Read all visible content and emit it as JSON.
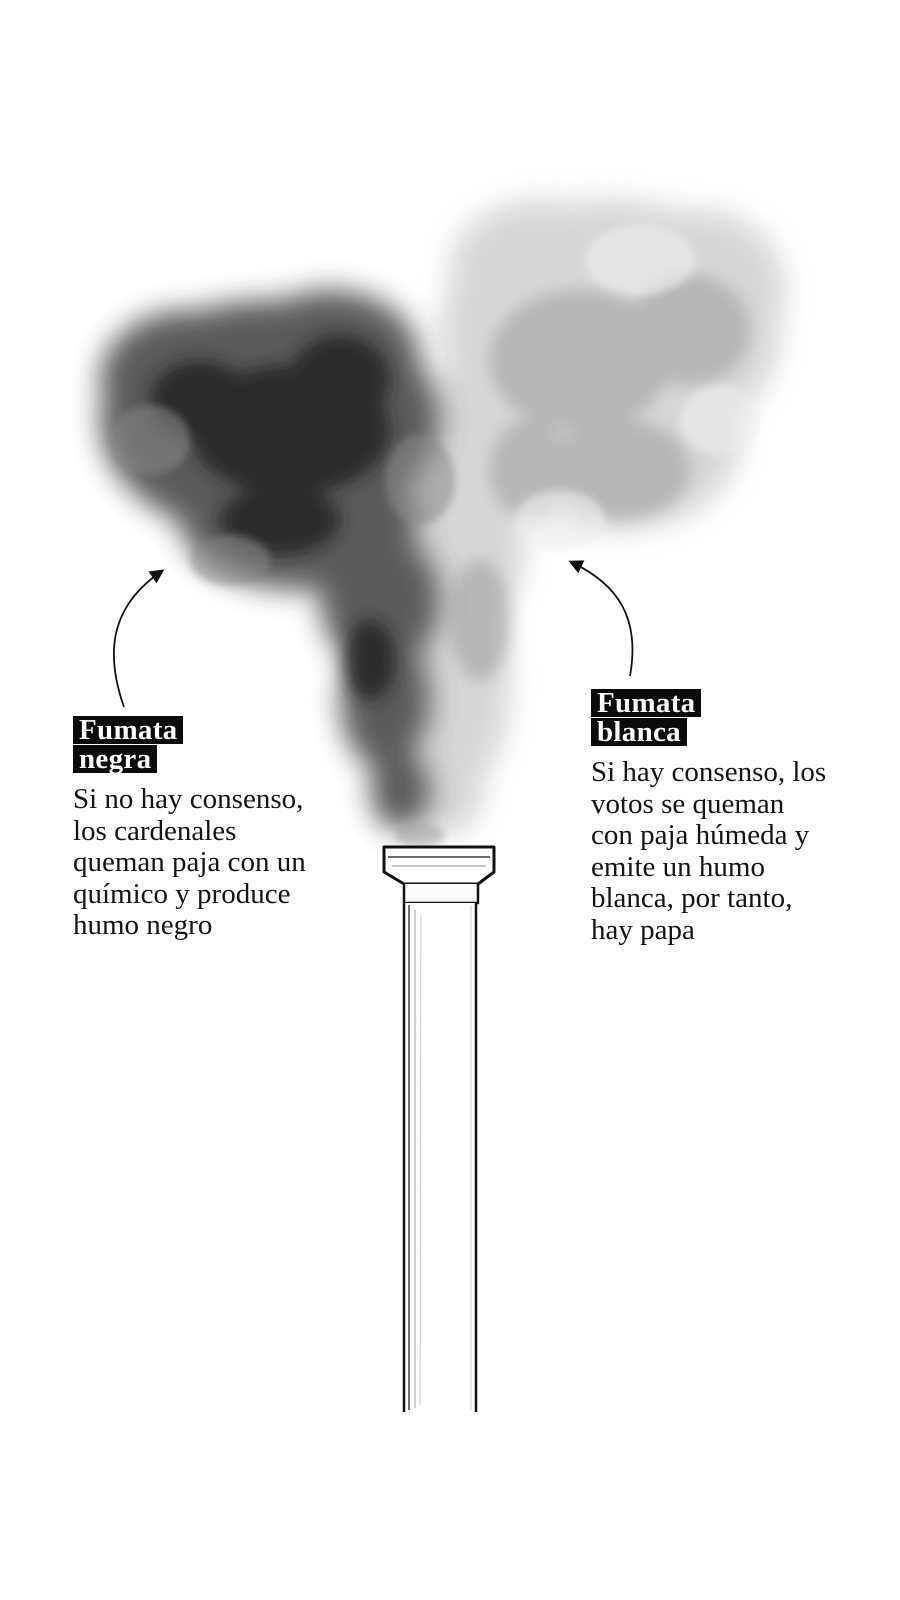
{
  "callouts": {
    "negra": {
      "title_line1": "Fumata",
      "title_line2": "negra",
      "text": [
        "Si no hay consenso,",
        "los cardenales",
        "queman paja con un",
        "químico y produce",
        "humo negro"
      ]
    },
    "blanca": {
      "title_line1": "Fumata",
      "title_line2": "blanca",
      "text": [
        "Si hay consenso, los",
        "votos se queman",
        "con paja húmeda y",
        "emite un humo",
        "blanca, por tanto,",
        "hay papa"
      ]
    }
  },
  "colors": {
    "black_smoke": "#3a3a3a",
    "white_smoke": "#bdbdbd",
    "label_background": "#0b0b0b",
    "chimney_line": "#111111"
  },
  "icons": [
    "black-smoke-cloud",
    "white-smoke-cloud",
    "chimney",
    "arrow-to-black-smoke",
    "arrow-to-white-smoke"
  ]
}
